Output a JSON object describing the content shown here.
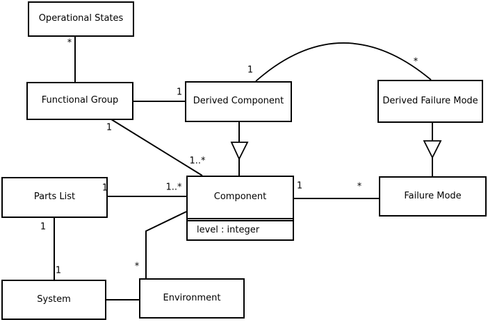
{
  "diagram": {
    "type": "uml-class-diagram",
    "classes": {
      "operational_states": {
        "name": "Operational States"
      },
      "functional_group": {
        "name": "Functional Group"
      },
      "derived_component": {
        "name": "Derived Component"
      },
      "derived_failure_mode": {
        "name": "Derived Failure Mode"
      },
      "parts_list": {
        "name": "Parts List"
      },
      "component": {
        "name": "Component",
        "attribute": "level : integer"
      },
      "failure_mode": {
        "name": "Failure Mode"
      },
      "system": {
        "name": "System"
      },
      "environment": {
        "name": "Environment"
      }
    },
    "multiplicities": {
      "operational_states_functional_group": "*",
      "functional_group_derived_component": "1",
      "functional_group_component_source": "1",
      "functional_group_component_target": "1..*",
      "derived_component_arc_source": "1",
      "derived_failure_mode_arc_target": "*",
      "parts_list_component_source": "1",
      "parts_list_component_target": "1..*",
      "parts_list_system_source": "1",
      "parts_list_system_target": "1",
      "environment_component": "*",
      "component_failure_mode_source": "1",
      "component_failure_mode_target": "*"
    },
    "colors": {
      "line": "#000000",
      "box_border": "#000000",
      "box_fill": "#ffffff",
      "background": "#ffffff",
      "text": "#000000"
    }
  }
}
